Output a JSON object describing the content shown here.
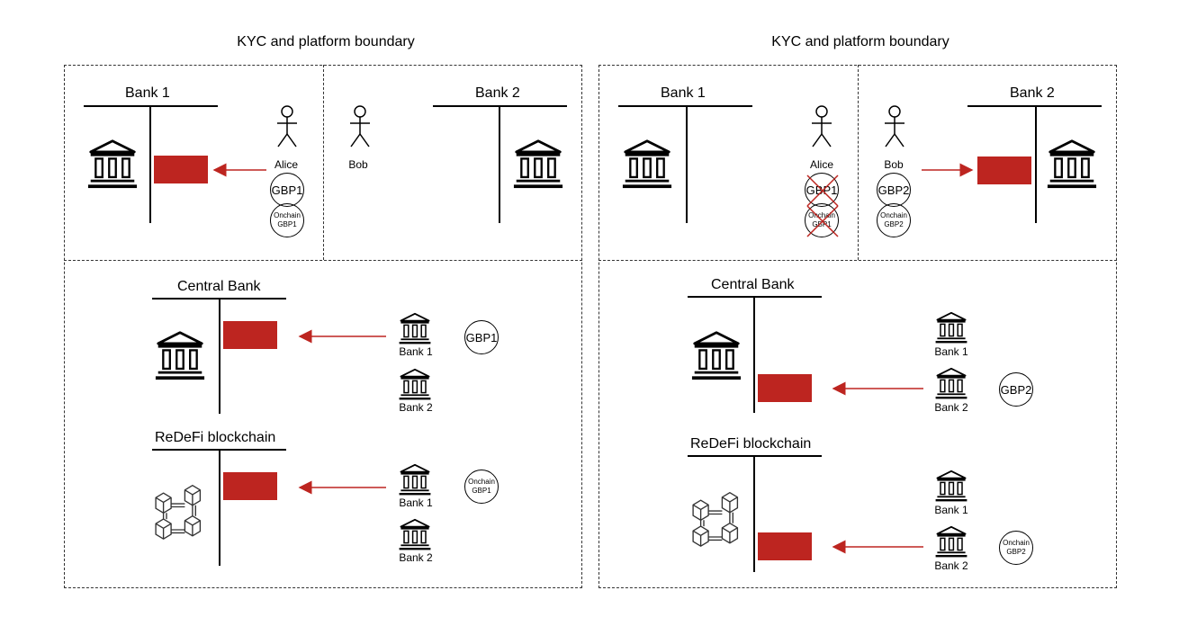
{
  "colors": {
    "accent": "#bd2520",
    "ink": "#000000"
  },
  "left": {
    "title": "KYC and platform boundary",
    "bank1_title": "Bank 1",
    "bank2_title": "Bank 2",
    "alice_label": "Alice",
    "bob_label": "Bob",
    "alice_coin": "GBP1",
    "alice_onchain_line1": "Onchain",
    "alice_onchain_line2": "GBP1",
    "central_bank_title": "Central Bank",
    "cb_bank1": "Bank 1",
    "cb_bank2": "Bank 2",
    "cb_coin": "GBP1",
    "redefi_title": "ReDeFi blockchain",
    "rd_bank1": "Bank 1",
    "rd_bank2": "Bank 2",
    "rd_coin_line1": "Onchain",
    "rd_coin_line2": "GBP1"
  },
  "right": {
    "title": "KYC and platform boundary",
    "bank1_title": "Bank 1",
    "bank2_title": "Bank 2",
    "alice_label": "Alice",
    "bob_label": "Bob",
    "alice_coin": "GBP1",
    "alice_onchain_line1": "Onchain",
    "alice_onchain_line2": "GBP1",
    "bob_coin": "GBP2",
    "bob_onchain_line1": "Onchain",
    "bob_onchain_line2": "GBP2",
    "central_bank_title": "Central Bank",
    "cb_bank1": "Bank 1",
    "cb_bank2": "Bank 2",
    "cb_coin": "GBP2",
    "redefi_title": "ReDeFi blockchain",
    "rd_bank1": "Bank 1",
    "rd_bank2": "Bank 2",
    "rd_coin_line1": "Onchain",
    "rd_coin_line2": "GBP2"
  }
}
